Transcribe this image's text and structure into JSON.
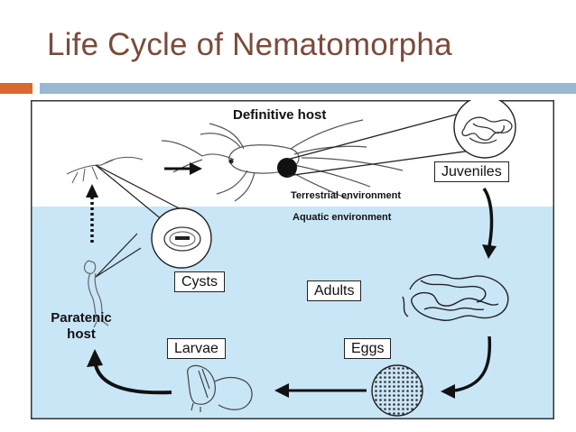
{
  "slide": {
    "title": "Life Cycle of Nematomorpha",
    "accent_color": "#d9692c",
    "rule_color": "#9ab7d3",
    "title_color": "#7a4b3a"
  },
  "diagram": {
    "terrestrial_color": "#ffffff",
    "aquatic_color": "#c9e6f7",
    "definitive_host": "Definitive host",
    "terrestrial_environment": "Terrestrial environment",
    "aquatic_environment": "Aquatic environment",
    "stages": {
      "juveniles": "Juveniles",
      "adults": "Adults",
      "eggs": "Eggs",
      "larvae": "Larvae",
      "cysts": "Cysts"
    },
    "paratenic_host_line1": "Paratenic",
    "paratenic_host_line2": "host"
  }
}
